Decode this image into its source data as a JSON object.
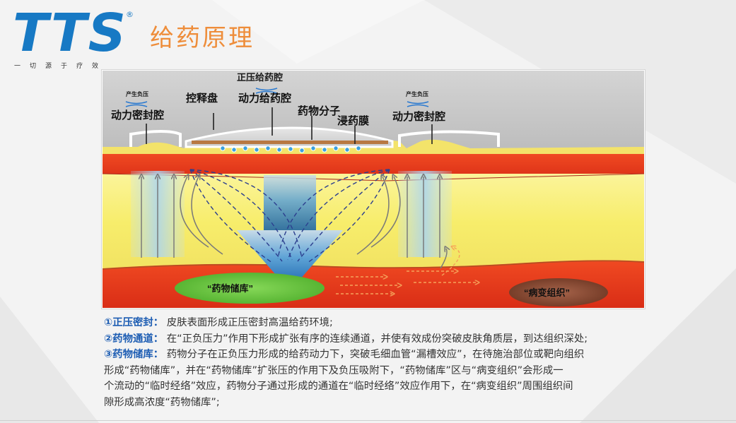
{
  "header": {
    "logo_text": "TTS",
    "logo_registered": "®",
    "logo_slogan": "一切源于疗效",
    "title": "给药原理"
  },
  "diagram": {
    "labels": {
      "top_center": "正压给药腔",
      "left_pressure": "产生负压",
      "left_chamber": "动力密封腔",
      "control_disc": "控释盘",
      "power_chamber": "动力给药腔",
      "drug_molecule": "药物分子",
      "drug_membrane": "浸药膜",
      "right_pressure": "产生负压",
      "right_chamber": "动力密封腔",
      "reservoir": "“药物储库”",
      "lesion": "“病变组织”"
    },
    "colors": {
      "skin_surface": "#c6c6c6",
      "red_layer": "#e6391c",
      "yellow_layer": "#f7ed6b",
      "green_reservoir": "#62c43c",
      "lesion": "#8a4a30",
      "arrow_blue": "#1c6fb8"
    }
  },
  "description": {
    "items": [
      {
        "key": "①正压密封",
        "sep": "：",
        "text": "皮肤表面形成正压密封高温给药环境;"
      },
      {
        "key": "②药物通道",
        "sep": "：",
        "text": "在“正负压力”作用下形成扩张有序的连续通道，并使有效成份突破皮肤角质层，到达组织深处;"
      },
      {
        "key": "③药物储库",
        "sep": "：",
        "text": "药物分子在正负压力形成的给药动力下，突破毛细血管“漏槽效应”，在待施治部位或靶向组织"
      }
    ],
    "continuation": [
      "形成“药物储库”，并在“药物储库”扩张压的作用下及负压吸附下，“药物储库”区与“病变组织”会形成一",
      "个流动的“临时经络”效应，药物分子通过形成的通道在“临时经络”效应作用下，在“病变组织”周围组织间",
      "隙形成高浓度“药物储库”;"
    ]
  }
}
